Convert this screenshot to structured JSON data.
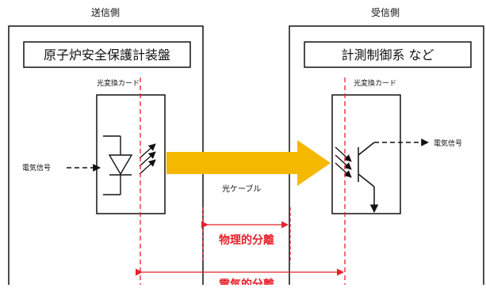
{
  "sender": {
    "header": "送信側",
    "system_label": "原子炉安全保護計装盤",
    "card_label": "光変換カード",
    "signal_label": "電気信号"
  },
  "receiver": {
    "header": "受信側",
    "system_label": "計測制御系 など",
    "card_label": "光変換カード",
    "signal_label": "電気信号"
  },
  "cable_label": "光ケーブル",
  "separation": {
    "physical_label": "物理的分離",
    "electrical_label": "電気的分離"
  },
  "colors": {
    "arrow_fill": "#f5b800",
    "separation_red": "#e8202a",
    "line": "#111111"
  }
}
